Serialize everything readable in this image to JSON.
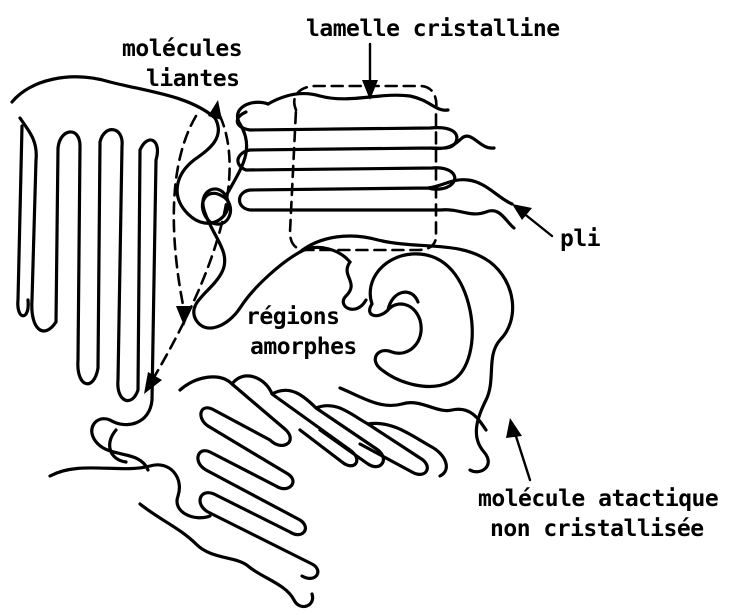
{
  "labels": {
    "lamelle": "lamelle cristalline",
    "liantes_line1": "molécules",
    "liantes_line2": "liantes",
    "pli": "pli",
    "amorphes_line1": "régions",
    "amorphes_line2": "amorphes",
    "atactique_line1": "molécule atactique",
    "atactique_line2": "non cristallisée"
  },
  "colors": {
    "ink": "#000000",
    "background": "#ffffff"
  }
}
